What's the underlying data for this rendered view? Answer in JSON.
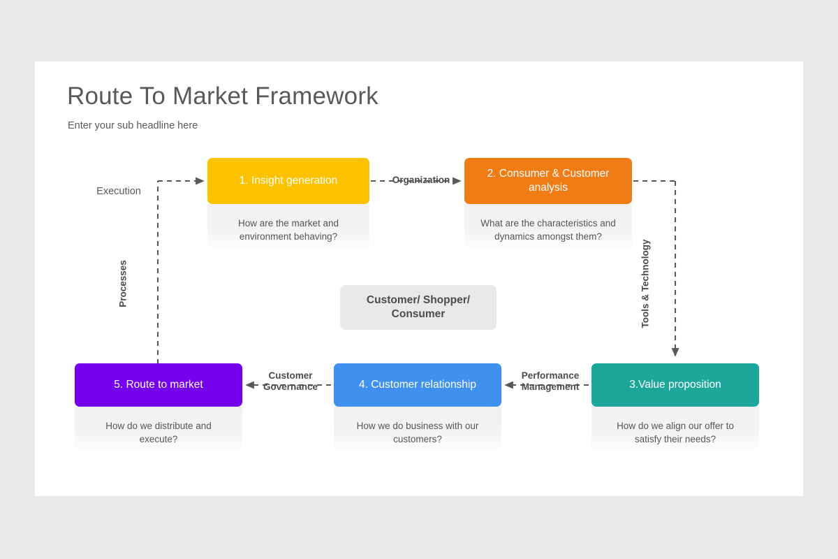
{
  "header": {
    "title": "Route To Market Framework",
    "subtitle": "Enter your sub headline here"
  },
  "center": {
    "label": "Customer/ Shopper/\nConsumer"
  },
  "cards": [
    {
      "id": "card1",
      "title": "1. Insight generation",
      "body": "How are the market and environment behaving?",
      "color": "#FCC200"
    },
    {
      "id": "card2",
      "title": "2. Consumer & Customer analysis",
      "body": "What are the characteristics and dynamics amongst them?",
      "color": "#F07C16"
    },
    {
      "id": "card3",
      "title": "3.Value proposition",
      "body": "How do we align our offer to satisfy their needs?",
      "color": "#1DA79A"
    },
    {
      "id": "card4",
      "title": "4. Customer relationship",
      "body": "How we do business with our customers?",
      "color": "#3F90EF"
    },
    {
      "id": "card5",
      "title": "5. Route to market",
      "body": "How do we distribute and execute?",
      "color": "#7500EE"
    }
  ],
  "connectors": [
    {
      "id": "execution",
      "label": "Execution"
    },
    {
      "id": "organization",
      "label": "Organization"
    },
    {
      "id": "tools",
      "label": "Tools & Technology"
    },
    {
      "id": "performance",
      "label": "Performance\nManagement"
    },
    {
      "id": "customer_gov",
      "label": "Customer\nGovernance"
    },
    {
      "id": "processes",
      "label": "Processes"
    }
  ],
  "style": {
    "slide_bg": "#ffffff",
    "canvas_bg": "#e9e9ea",
    "text_dark": "#58595b",
    "wire": "#58595b",
    "center_bg": "#e9e9e9"
  }
}
